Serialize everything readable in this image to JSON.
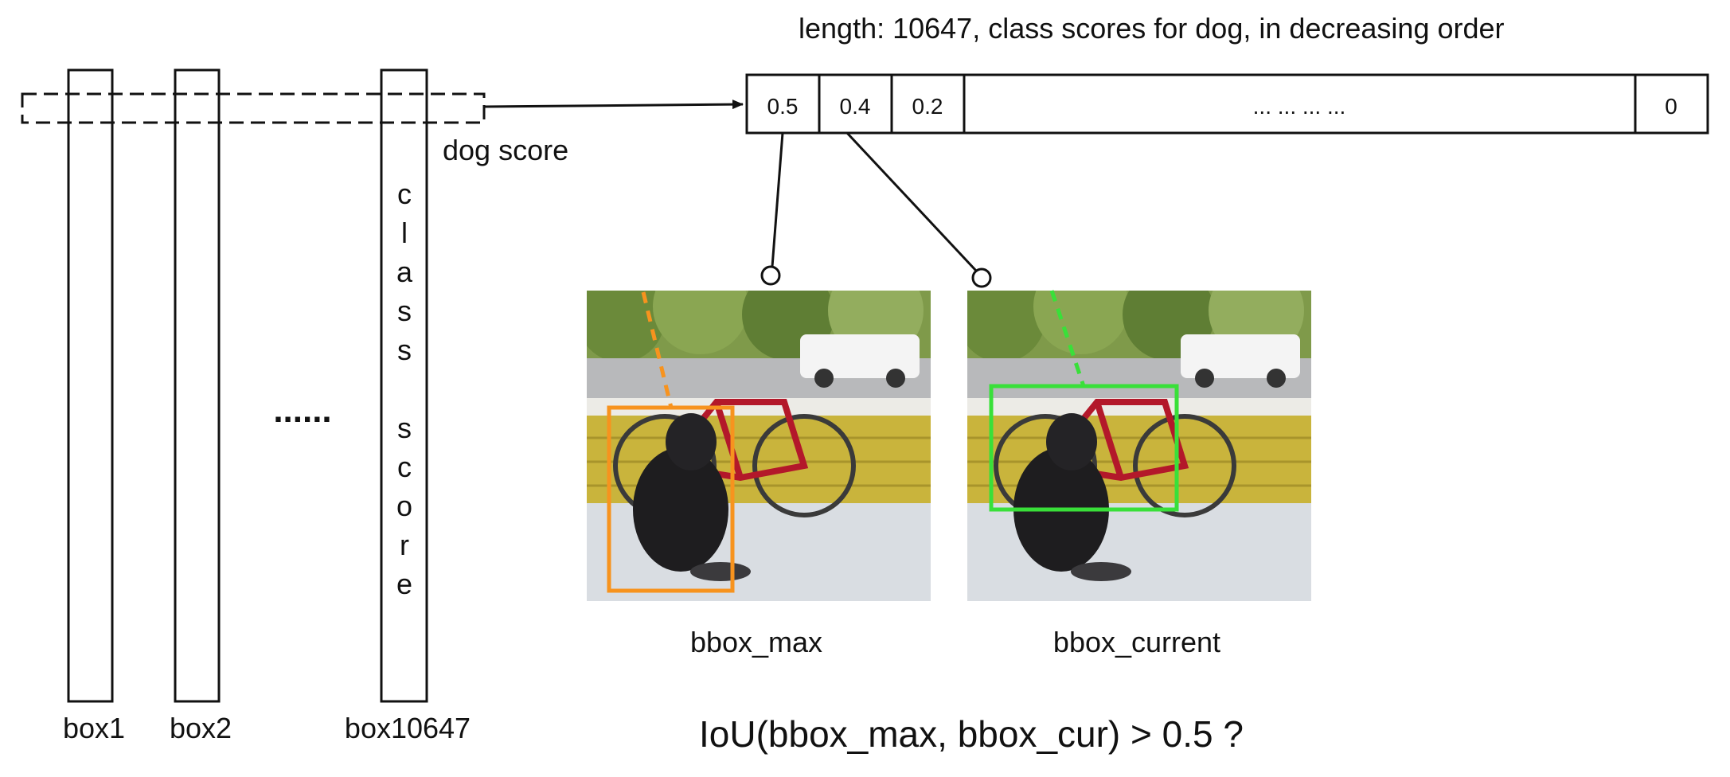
{
  "header": "length: 10647, class scores for dog, in decreasing order",
  "array_cells": [
    "0.5",
    "0.4",
    "0.2",
    "... ... ... ...",
    "0"
  ],
  "dog_score_label": "dog score",
  "class_score_letters": [
    "c",
    "l",
    "a",
    "s",
    "s",
    "",
    "s",
    "c",
    "o",
    "r",
    "e"
  ],
  "ellipsis": "......",
  "box_labels": [
    "box1",
    "box2",
    "box10647"
  ],
  "image_captions": [
    "bbox_max",
    "bbox_current"
  ],
  "iou_question": "IoU(bbox_max, bbox_cur) > 0.5 ?",
  "colors": {
    "bbox_max": "#f7931e",
    "bbox_current": "#39e039"
  }
}
